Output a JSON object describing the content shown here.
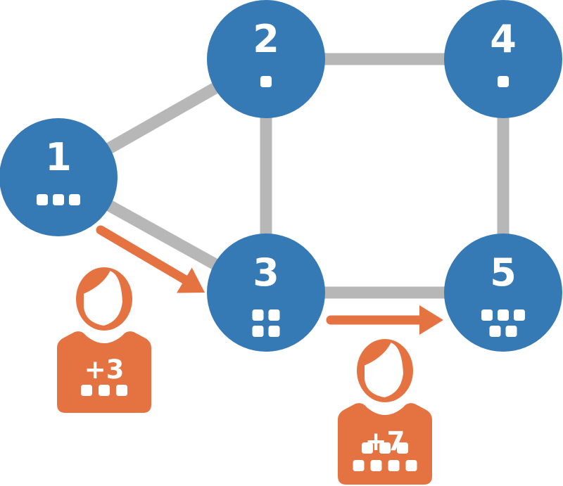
{
  "colors": {
    "node": "#3579b5",
    "edge": "#b7b7b7",
    "agent": "#e57342",
    "token": "#ffffff"
  },
  "nodes": [
    {
      "id": "1",
      "label": "1",
      "tokens": 3
    },
    {
      "id": "2",
      "label": "2",
      "tokens": 1
    },
    {
      "id": "3",
      "label": "3",
      "tokens": 4
    },
    {
      "id": "4",
      "label": "4",
      "tokens": 1
    },
    {
      "id": "5",
      "label": "5",
      "tokens": 5
    }
  ],
  "edges": [
    [
      "1",
      "2"
    ],
    [
      "1",
      "3"
    ],
    [
      "2",
      "3"
    ],
    [
      "2",
      "4"
    ],
    [
      "3",
      "5"
    ],
    [
      "4",
      "5"
    ]
  ],
  "moves": [
    {
      "from": "1",
      "to": "3",
      "label": "+3",
      "tokens": 3
    },
    {
      "from": "3",
      "to": "5",
      "label": "+7",
      "tokens": 7
    }
  ]
}
